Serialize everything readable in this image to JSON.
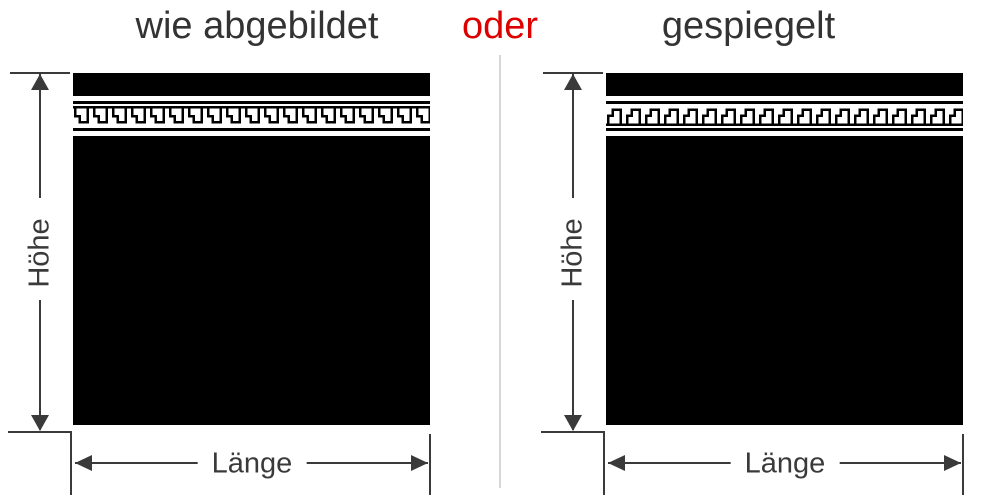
{
  "header": {
    "option_left": "wie abgebildet",
    "separator": "oder",
    "option_right": "gespiegelt"
  },
  "colors": {
    "pattern_black": "#000000",
    "dimension_line": "#3a3a3a",
    "separator_red": "#dd0000",
    "header_text": "#333333",
    "divider_gray": "#d8d8d8"
  },
  "panels": [
    {
      "variant": "as-shown",
      "height_label": "Höhe",
      "length_label": "Länge"
    },
    {
      "variant": "mirrored",
      "height_label": "Höhe",
      "length_label": "Länge"
    }
  ]
}
